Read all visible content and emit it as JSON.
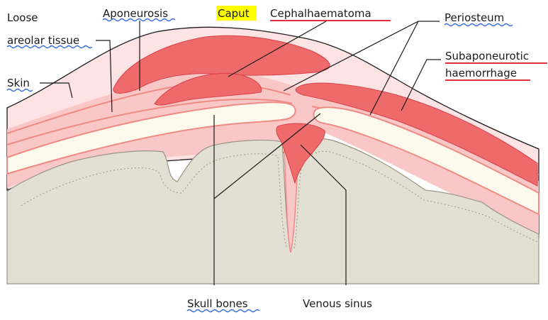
{
  "labels": {
    "loose_areolar_line1": "Loose",
    "loose_areolar_line2": "areolar tissue",
    "aponeurosis": "Aponeurosis",
    "caput": "Caput",
    "cephalhaematoma": "Cephalhaematoma",
    "periosteum": "Periosteum",
    "skin": "Skin",
    "subaponeurotic_line1": "Subaponeurotic",
    "subaponeurotic_line2": "haemorrhage",
    "skull_bones": "Skull bones",
    "venous_sinus": "Venous sinus"
  },
  "colors": {
    "scalp_outer": "#fde3e3",
    "scalp_mid": "#f9c8c6",
    "layer_line": "#ef8a86",
    "bleed": "#ef6b6b",
    "bleed_edge": "#d9414a",
    "bone": "#fdf9ec",
    "brain": "#e2dfd3",
    "caput_highlight": "#ffff00"
  }
}
